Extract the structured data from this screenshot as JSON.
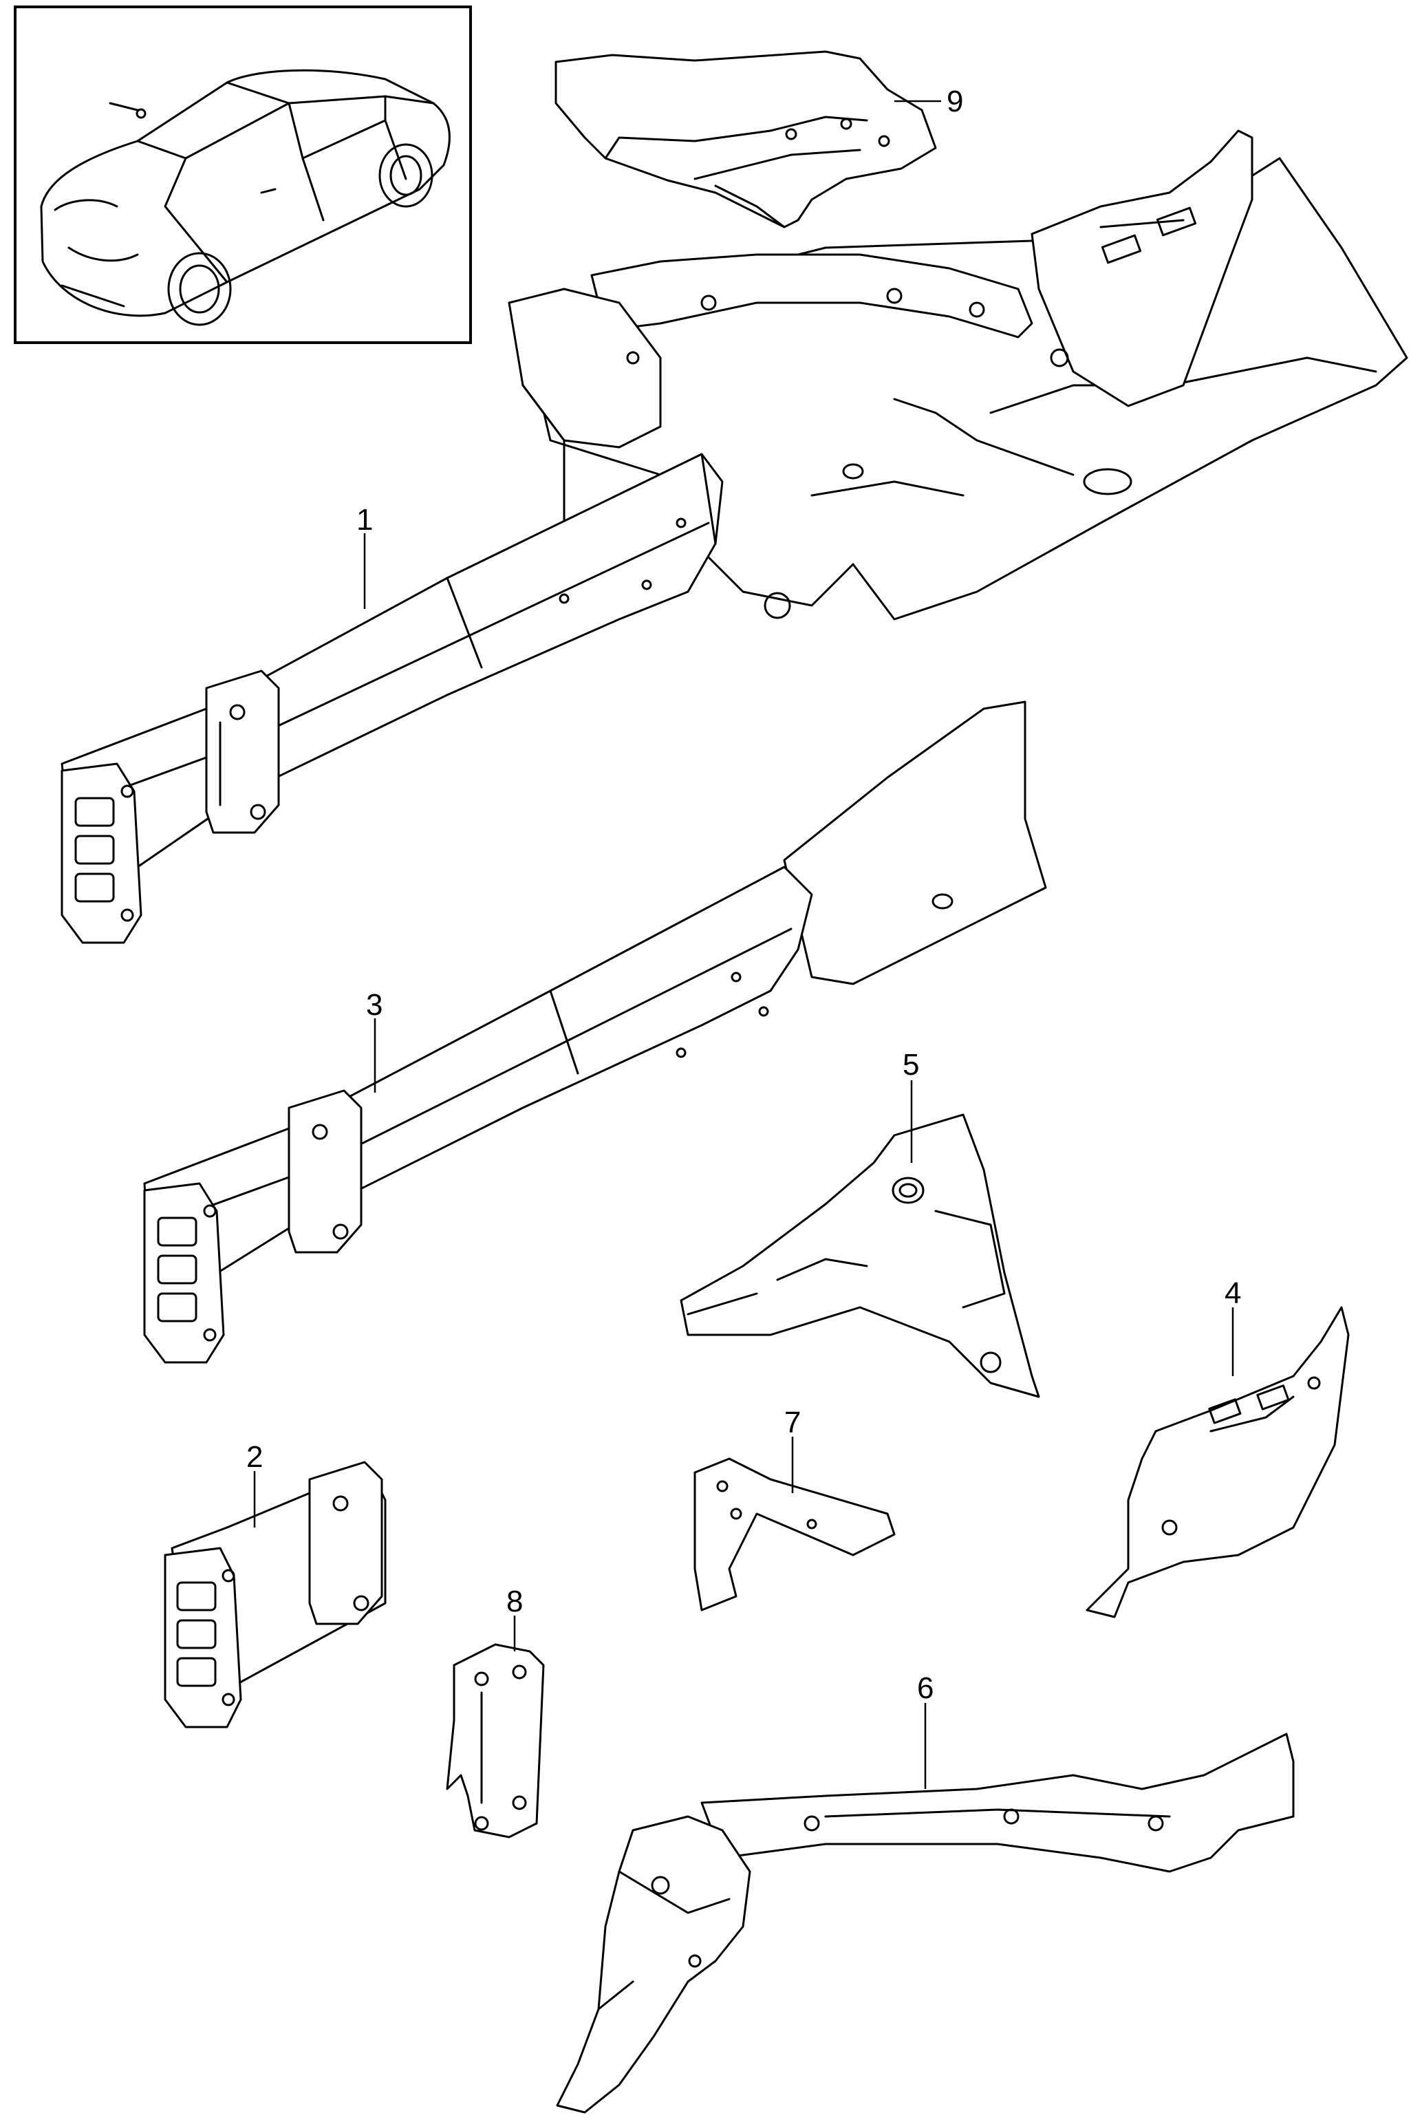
{
  "callouts": {
    "p1": "1",
    "p2": "2",
    "p3": "3",
    "p4": "4",
    "p5": "5",
    "p6": "6",
    "p7": "7",
    "p8": "8",
    "p9": "9"
  },
  "colors": {
    "line": "#000000",
    "background": "#ffffff"
  },
  "inset": {
    "icon": "car-icon"
  }
}
